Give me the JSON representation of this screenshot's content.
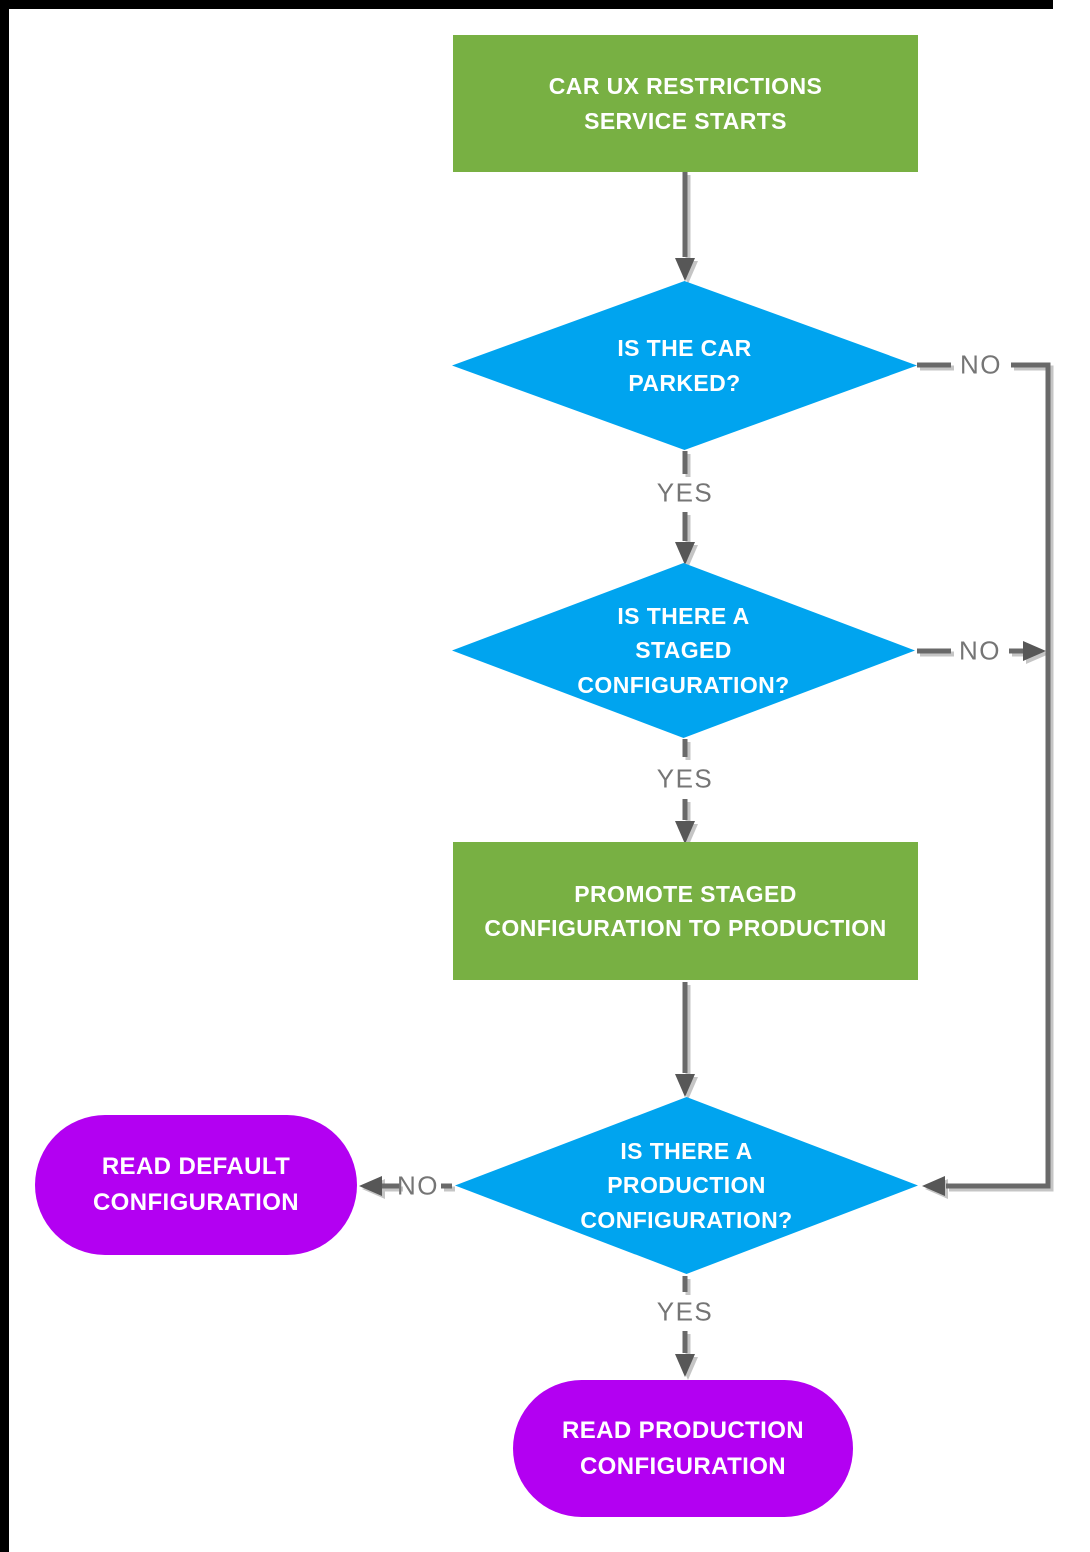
{
  "flowchart": {
    "colors": {
      "process": "#78B043",
      "decision": "#00A4EF",
      "terminal": "#B300F2",
      "connector": "#696969",
      "arrow": "#575757",
      "label": "#757575",
      "frame": "#000000",
      "background": "#FFFFFF",
      "text": "#FFFFFF"
    },
    "nodes": {
      "start": {
        "type": "process",
        "label": "CAR UX RESTRICTIONS\nSERVICE STARTS"
      },
      "is_parked": {
        "type": "decision",
        "label": "IS THE CAR\nPARKED?"
      },
      "has_staged": {
        "type": "decision",
        "label": "IS THERE A\nSTAGED\nCONFIGURATION?"
      },
      "promote": {
        "type": "process",
        "label": "PROMOTE STAGED\nCONFIGURATION TO PRODUCTION"
      },
      "has_production": {
        "type": "decision",
        "label": "IS THERE A\nPRODUCTION\nCONFIGURATION?"
      },
      "read_default": {
        "type": "terminal",
        "label": "READ DEFAULT\nCONFIGURATION"
      },
      "read_production": {
        "type": "terminal",
        "label": "READ PRODUCTION\nCONFIGURATION"
      }
    },
    "edge_labels": {
      "parked_yes": "YES",
      "parked_no": "NO",
      "staged_yes": "YES",
      "staged_no": "NO",
      "production_yes": "YES",
      "production_no": "NO"
    }
  }
}
